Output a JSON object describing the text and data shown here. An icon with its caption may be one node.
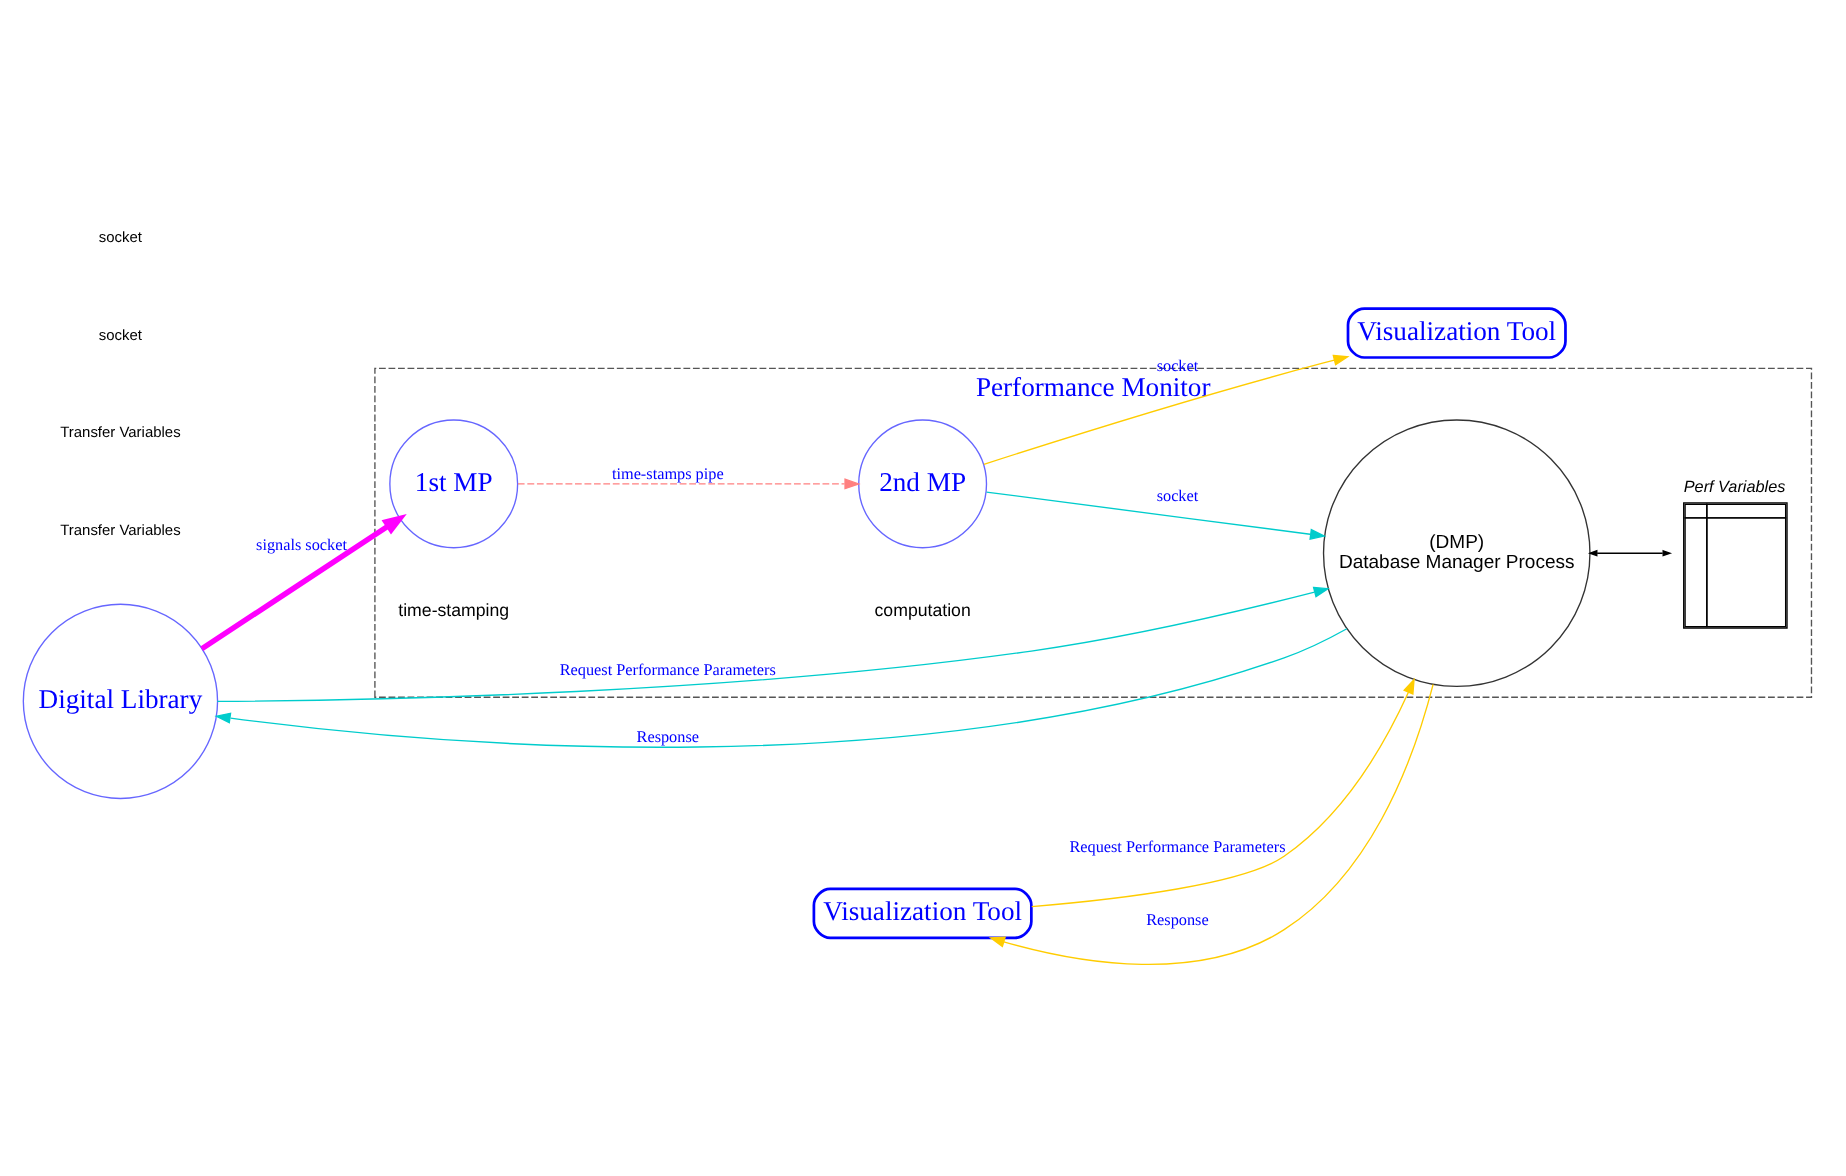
{
  "diagram": {
    "nodes": [
      {
        "text": [
          "Performance Monitor"
        ]
      },
      {
        "text": [
          "Digital Library"
        ]
      },
      {
        "text": [
          "1st MP"
        ],
        "in": 0,
        "beside": [
          "time-stamping"
        ]
      },
      {
        "text": [
          "2nd MP"
        ],
        "in": 0,
        "beside": [
          "computation"
        ]
      },
      {
        "text": [
          "Visualization Tool"
        ]
      },
      {
        "text": [
          "(DMP)",
          "Database Manager Process"
        ],
        "in": 0
      },
      {
        "text": [
          "Perf Variables"
        ],
        "in": 0
      },
      {
        "text": [
          "Visualization Tool"
        ]
      }
    ],
    "edges": [
      {
        "from": 1,
        "to": 2,
        "arrow": "to",
        "label": "signals socket",
        "style": "thick",
        "color": "#ff00ff"
      },
      {
        "from": 2,
        "to": 3,
        "arrow": "to",
        "label": "time-stamps pipe",
        "style": "dashed",
        "color": "#ff8080"
      },
      {
        "from": 3,
        "to": 4,
        "arrow": "to",
        "label": "socket",
        "color": "#ffcc00"
      },
      {
        "from": 3,
        "to": 5,
        "arrow": "to",
        "label": "socket",
        "color": "#00cccc"
      },
      {
        "from": 1,
        "to": 5,
        "arrow": "to",
        "label": "Request Performance Parameters",
        "color": "#00cccc"
      },
      {
        "from": 5,
        "to": 1,
        "arrow": "to",
        "label": "Response",
        "color": "#00cccc"
      },
      {
        "from": 5,
        "to": 6,
        "arrow": "both",
        "color": "#000000"
      },
      {
        "from": 7,
        "to": 5,
        "arrow": "to",
        "label": "Request Performance Parameters",
        "color": "#ffcc00"
      },
      {
        "from": 5,
        "to": 7,
        "arrow": "to",
        "label": "Response",
        "color": "#ffcc00"
      }
    ],
    "labels": [
      "Transfer Variables",
      "Transfer Variables",
      "socket",
      "socket"
    ]
  }
}
